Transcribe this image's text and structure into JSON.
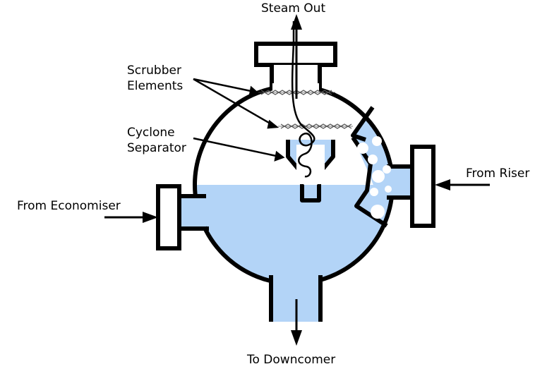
{
  "diagram": {
    "labels": {
      "steam_out": "Steam Out",
      "scrubber_line1": "Scrubber",
      "scrubber_line2": "Elements",
      "cyclone_line1": "Cyclone",
      "cyclone_line2": "Separator",
      "from_economiser": "From Economiser",
      "from_riser": "From Riser",
      "to_downcomer": "To Downcomer"
    },
    "colors": {
      "water": "#b3d4f7",
      "outline": "#000000",
      "background": "#ffffff",
      "bubble": "#ffffff"
    }
  }
}
